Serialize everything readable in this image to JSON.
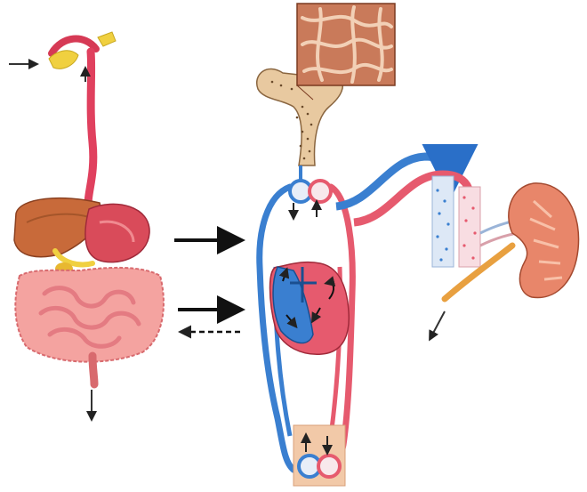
{
  "diagram": {
    "caption": "",
    "palette": {
      "artery_red": "#e65a6e",
      "vein_blue": "#3a7fd0",
      "organ_pink": "#f4a3a0",
      "organ_dark": "#d94b5a",
      "liver_brown": "#c86a3a",
      "bile_yellow": "#f0d040",
      "bone_tan": "#e8c9a0",
      "kidney_orange": "#e8866a",
      "tissue_box": "#f2c9a8",
      "arrow_black": "#111111"
    },
    "components": [
      {
        "id": "digestive-tract",
        "icon": "digestive-system-illustration"
      },
      {
        "id": "bone",
        "icon": "femur-bone-illustration"
      },
      {
        "id": "bone-tissue-inset",
        "icon": "trabecular-bone-inset"
      },
      {
        "id": "circulation",
        "icon": "circulatory-loop-illustration"
      },
      {
        "id": "heart",
        "icon": "heart-illustration"
      },
      {
        "id": "kidney",
        "icon": "kidney-illustration"
      },
      {
        "id": "tissue-capillary",
        "icon": "tissue-capillary-bed"
      }
    ],
    "flows": [
      {
        "from": "digestive-tract",
        "to": "circulation",
        "style": "solid"
      },
      {
        "from": "digestive-tract",
        "to": "circulation",
        "style": "solid"
      },
      {
        "from": "circulation",
        "to": "digestive-tract",
        "style": "dashed"
      },
      {
        "from": "kidney",
        "to": "excretion",
        "style": "solid"
      },
      {
        "from": "digestive-tract",
        "to": "excretion",
        "style": "solid"
      },
      {
        "from": "external",
        "to": "digestive-tract",
        "style": "solid"
      }
    ]
  }
}
